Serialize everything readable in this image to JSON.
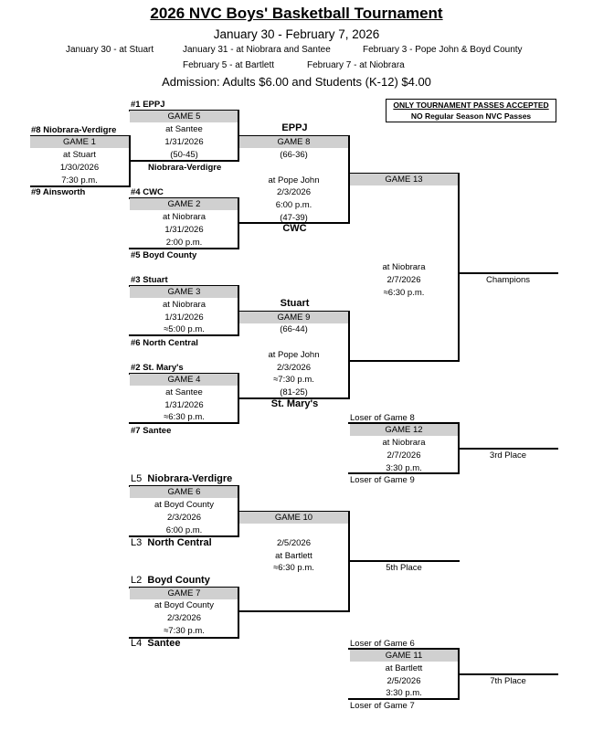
{
  "title": "2026 NVC Boys' Basketball Tournament",
  "subtitle": "January 30 - February 7, 2026",
  "schedule": {
    "jan30": "January 30 - at Stuart",
    "jan31": "January 31 - at Niobrara and Santee",
    "feb3": "February 3 - Pope John & Boyd County",
    "feb5": "February 5 - at Bartlett",
    "feb7": "February 7 - at Niobrara"
  },
  "admission": "Admission:  Adults $6.00 and Students (K-12) $4.00",
  "notice": {
    "line1": "ONLY TOURNAMENT PASSES ACCEPTED",
    "line2": "NO Regular Season NVC Passes"
  },
  "games": {
    "g1": {
      "label": "GAME 1",
      "site": "at Stuart",
      "date": "1/30/2026",
      "time": "7:30 p.m.",
      "top": "#8  Niobrara-Verdigre",
      "bottom": "#9  Ainsworth"
    },
    "g5": {
      "label": "GAME 5",
      "site": "at Santee",
      "date": "1/31/2026",
      "score": "(50-45)",
      "top": "#1 EPPJ",
      "bottom": "Niobrara-Verdigre"
    },
    "g2": {
      "label": "GAME 2",
      "site": "at Niobrara",
      "date": "1/31/2026",
      "time": "2:00 p.m.",
      "top": "#4  CWC",
      "bottom": "#5  Boyd County"
    },
    "g3": {
      "label": "GAME 3",
      "site": "at Niobrara",
      "date": "1/31/2026",
      "time": "≈5:00 p.m.",
      "top": "#3  Stuart",
      "bottom": "#6  North Central"
    },
    "g4": {
      "label": "GAME 4",
      "site": "at Santee",
      "date": "1/31/2026",
      "time": "≈6:30 p.m.",
      "top": "#2  St. Mary's",
      "bottom": "#7  Santee"
    },
    "g8": {
      "label": "GAME 8",
      "score": "(66-36)",
      "site": "at Pope John",
      "date": "2/3/2026",
      "time": "6:00 p.m.",
      "score2": "(47-39)",
      "top": "EPPJ",
      "bottom": "CWC"
    },
    "g9": {
      "label": "GAME 9",
      "score": "(66-44)",
      "site": "at Pope John",
      "date": "2/3/2026",
      "time": "≈7:30 p.m.",
      "score2": "(81-25)",
      "top": "Stuart",
      "bottom": "St. Mary's"
    },
    "g13": {
      "label": "GAME 13",
      "site": "at Niobrara",
      "date": "2/7/2026",
      "time": "≈6:30 p.m.",
      "result": "Champions"
    },
    "g12": {
      "label": "GAME 12",
      "site": "at Niobrara",
      "date": "2/7/2026",
      "time": "3:30 p.m.",
      "top": "Loser of Game 8",
      "bottom": "Loser of Game 9",
      "result": "3rd Place"
    },
    "g6": {
      "label": "GAME 6",
      "site": "at Boyd County",
      "date": "2/3/2026",
      "time": "6:00 p.m.",
      "top_seed": "L5",
      "top_team": "Niobrara-Verdigre",
      "bottom_seed": "L3",
      "bottom_team": "North Central"
    },
    "g7": {
      "label": "GAME 7",
      "site": "at Boyd County",
      "date": "2/3/2026",
      "time": "≈7:30 p.m.",
      "top_seed": "L2",
      "top_team": "Boyd County",
      "bottom_seed": "L4",
      "bottom_team": "Santee"
    },
    "g10": {
      "label": "GAME 10",
      "date": "2/5/2026",
      "site": "at Bartlett",
      "time": "≈6:30 p.m.",
      "result": "5th Place"
    },
    "g11": {
      "label": "GAME 11",
      "site": "at Bartlett",
      "date": "2/5/2026",
      "time": "3:30 p.m.",
      "top": "Loser of Game 6",
      "bottom": "Loser of Game 7",
      "result": "7th Place"
    }
  }
}
